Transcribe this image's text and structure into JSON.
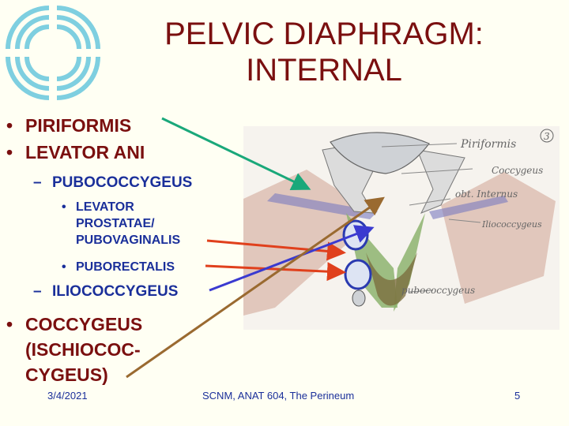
{
  "title": {
    "line1": "PELVIC DIAPHRAGM:",
    "line2": "INTERNAL"
  },
  "bullets": {
    "piriformis": "PIRIFORMIS",
    "levator_ani": "LEVATOR ANI",
    "pubococcygeus": "PUBOCOCCYGEUS",
    "levator_prostatae_l1": "LEVATOR",
    "levator_prostatae_l2": "PROSTATAE/",
    "levator_prostatae_l3": "PUBOVAGINALIS",
    "puborectalis": "PUBORECTALIS",
    "iliococcygeus": "ILIOCOCCYGEUS",
    "coccygeus_l1": "COCCYGEUS",
    "coccygeus_l2": "(ISCHIOCOC-",
    "coccygeus_l3": "CYGEUS)",
    "dot": "•",
    "dash": "–"
  },
  "diagram": {
    "labels": [
      "Piriformis",
      "Coccygeus",
      "obt. Internus",
      "Iliococcygeus",
      "pubococcygeus"
    ],
    "number": "3"
  },
  "footer": {
    "date": "3/4/2021",
    "course": "SCNM, ANAT 604, The Perineum",
    "page": "5"
  },
  "colors": {
    "title": "#7a0f0f",
    "subtext": "#1a2f9a",
    "arrow_green": "#1aa87a",
    "arrow_red": "#e0401c",
    "arrow_blue": "#3a3ad0",
    "arrow_brown": "#9a6a30"
  },
  "icons": [
    "logo-icon"
  ]
}
